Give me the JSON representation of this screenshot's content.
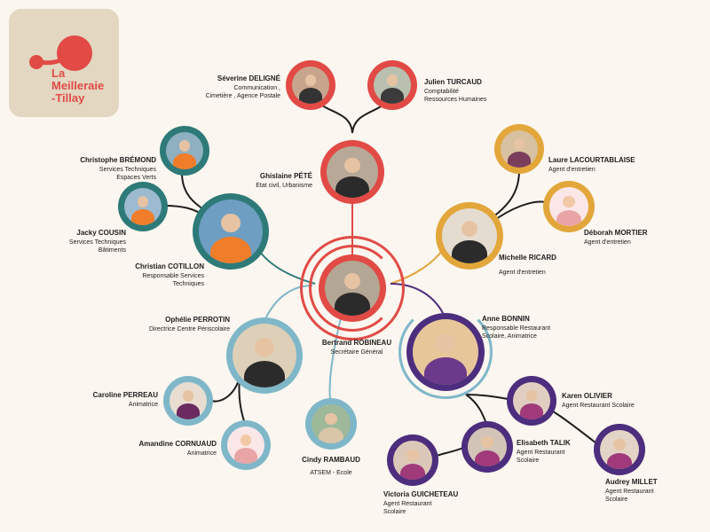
{
  "logo": {
    "line1": "La",
    "line2": "Meilleraie",
    "line3": "-Tillay"
  },
  "people": {
    "severine": {
      "name": "Séverine DELIGNÉ",
      "role1": "Communication ,",
      "role2": "Cimetière , Agence Postale"
    },
    "julien": {
      "name": "Julien TURCAUD",
      "role1": "Comptabilité",
      "role2": "Ressources Humaines"
    },
    "ghislaine": {
      "name": "Ghislaine PÉTÉ",
      "role1": "Etat civil, Urbanisme"
    },
    "christophe": {
      "name": "Christophe BRÉMOND",
      "role1": "Services Techniques",
      "role2": "Espaces Verts"
    },
    "jacky": {
      "name": "Jacky COUSIN",
      "role1": "Services Techniques",
      "role2": "Bâtiments"
    },
    "christian": {
      "name": "Christian COTILLON",
      "role1": "Responsable Services",
      "role2": "Techniques"
    },
    "laure": {
      "name": "Laure LACOURTABLAISE",
      "role1": "Agent d'entretien"
    },
    "deborah": {
      "name": "Déborah MORTIER",
      "role1": "Agent d'entretien"
    },
    "michelle": {
      "name": "Michelle RICARD",
      "role1": "Agent d'entretien"
    },
    "bertrand": {
      "name": "Bertrand ROBINEAU",
      "role1": "Secrétaire Général"
    },
    "ophelie": {
      "name": "Ophélie PERROTIN",
      "role1": "Directrice Centre Périscolaire"
    },
    "caroline": {
      "name": "Caroline PERREAU",
      "role1": "Animatrice"
    },
    "amandine": {
      "name": "Amandine CORNUAUD",
      "role1": "Animatrice"
    },
    "cindy": {
      "name": "Cindy RAMBAUD",
      "role1": "ATSEM - Ecole"
    },
    "anne": {
      "name": "Anne BONNIN",
      "role1": "Responsable Restaurant",
      "role2": "Scolaire, Animatrice"
    },
    "karen": {
      "name": "Karen OLIVIER",
      "role1": "Agent Restaurant Scolaire"
    },
    "elisabeth": {
      "name": "Elisabeth TALIK",
      "role1": "Agent Restaurant",
      "role2": "Scolaire"
    },
    "victoria": {
      "name": "Victoria GUICHETEAU",
      "role1": "Agent Restaurant",
      "role2": "Scolaire"
    },
    "audrey": {
      "name": "Audrey MILLET",
      "role1": "Agent Restaurant",
      "role2": "Scolaire"
    }
  },
  "colors": {
    "background": "#fbf6ef",
    "admin": "#e14a45",
    "technical": "#2d7a78",
    "maintenance": "#e2a63a",
    "periscolaire": "#7fb7c9",
    "restaurant": "#4d2d7d",
    "logo_bg": "#e3d7c2"
  }
}
